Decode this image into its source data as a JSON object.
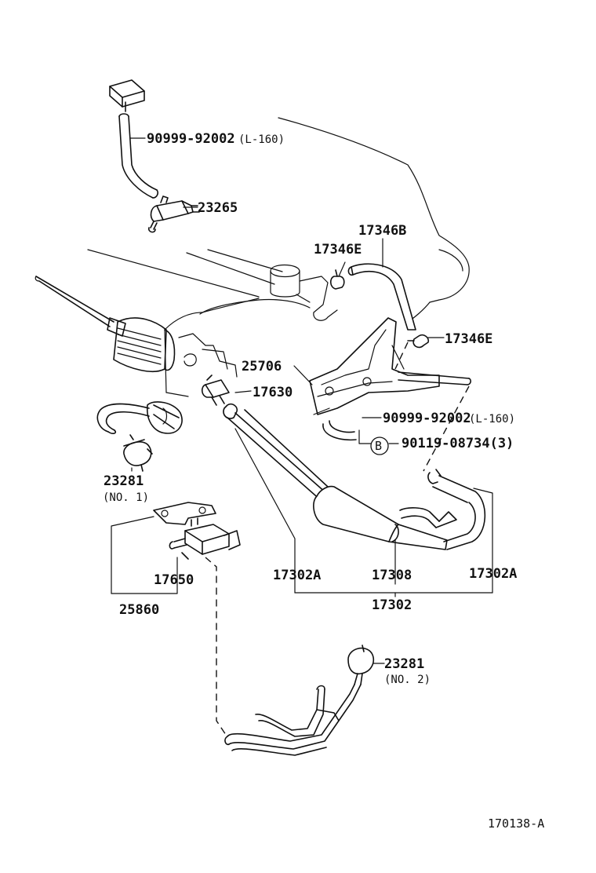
{
  "labels": {
    "p_90999_92002_top": "90999-92002",
    "p_l160_top": "(L-160)",
    "p_23265": "23265",
    "p_17346B": "17346B",
    "p_17346E_top": "17346E",
    "p_17346E_right": "17346E",
    "p_25706": "25706",
    "p_17630": "17630",
    "p_90999_92002_mid": "90999-92002",
    "p_l160_mid": "(L-160)",
    "p_B_marker": "B",
    "p_90119_08734": "90119-08734(3)",
    "p_23281_no1": "23281",
    "p_no1": "(NO. 1)",
    "p_17650": "17650",
    "p_25860": "25860",
    "p_17302A_left": "17302A",
    "p_17308": "17308",
    "p_17302A_right": "17302A",
    "p_17302": "17302",
    "p_23281_no2": "23281",
    "p_no2": "(NO. 2)",
    "figure_id": "170138-A"
  }
}
